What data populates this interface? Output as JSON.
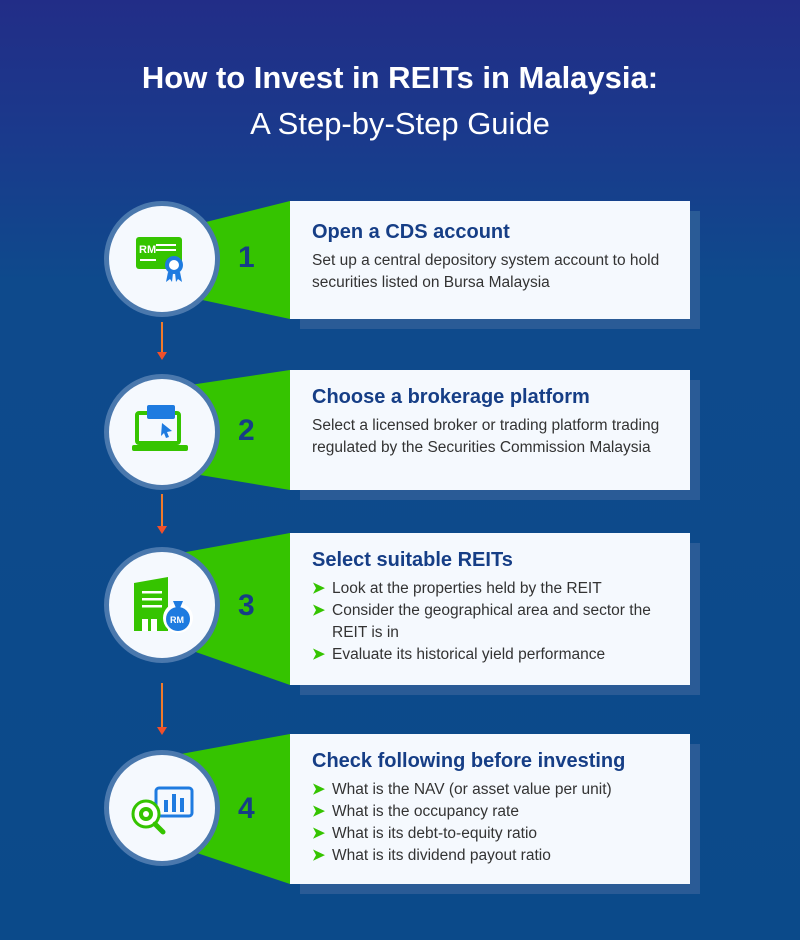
{
  "title": {
    "line1": "How to Invest in REITs in Malaysia:",
    "line2": "A Step-by-Step Guide"
  },
  "colors": {
    "green": "#35c400",
    "blue": "#163e86",
    "accent": "#1e7be0",
    "arrow": "#f0502b"
  },
  "steps": [
    {
      "number": "1",
      "icon": "certificate-icon",
      "title": "Open a CDS account",
      "text": "Set up a central depository system account to hold securities listed on Bursa Malaysia"
    },
    {
      "number": "2",
      "icon": "laptop-click-icon",
      "title": "Choose a brokerage platform",
      "text": "Select a licensed broker or trading platform trading regulated by the Securities Commission Malaysia"
    },
    {
      "number": "3",
      "icon": "building-moneybag-icon",
      "title": "Select suitable REITs",
      "bullets": [
        "Look at the properties held by the REIT",
        "Consider the geographical area and sector the REIT is in",
        "Evaluate its historical yield performance"
      ]
    },
    {
      "number": "4",
      "icon": "analytics-search-icon",
      "title": "Check following before investing",
      "bullets": [
        "What is the NAV (or asset value per unit)",
        "What is the occupancy rate",
        "What is its debt-to-equity ratio",
        "What is its dividend payout ratio"
      ]
    }
  ],
  "icon_text": {
    "rm": "RM"
  }
}
